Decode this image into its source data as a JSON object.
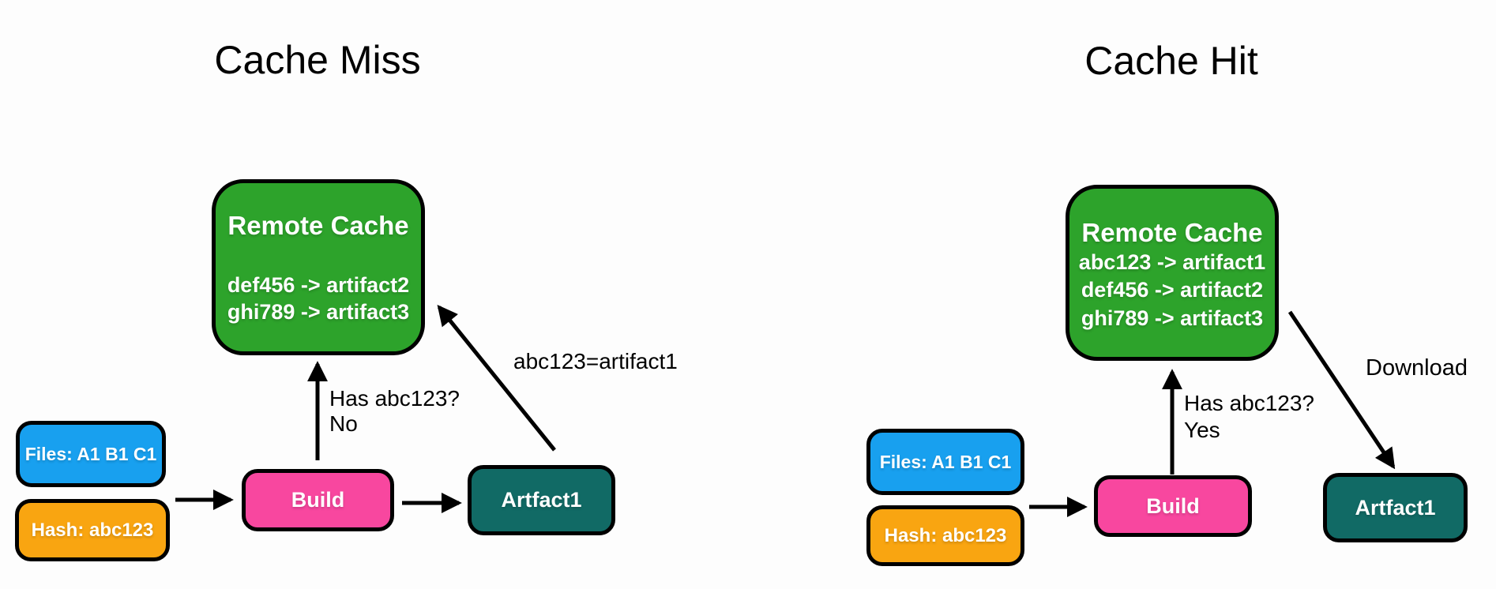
{
  "colors": {
    "bg": "#fdfdfd",
    "stroke": "#000000",
    "label_text": "#000000",
    "text_on_fill": "#ffffff",
    "green": "#2da32b",
    "blue": "#18a0ef",
    "orange": "#f9a511",
    "pink": "#f8479f",
    "teal": "#116a65"
  },
  "left": {
    "title": "Cache Miss",
    "remote_cache": {
      "title": "Remote Cache",
      "entries": [
        "def456 -> artifact2",
        "ghi789 -> artifact3"
      ]
    },
    "files_box": "Files: A1 B1 C1",
    "hash_box": "Hash: abc123",
    "build_box": "Build",
    "artifact_box": "Artfact1",
    "query_label": "Has abc123?\nNo",
    "upload_label": "abc123=artifact1"
  },
  "right": {
    "title": "Cache Hit",
    "remote_cache": {
      "title": "Remote Cache",
      "entries": [
        "abc123 -> artifact1",
        "def456 -> artifact2",
        "ghi789 -> artifact3"
      ]
    },
    "files_box": "Files: A1 B1 C1",
    "hash_box": "Hash: abc123",
    "build_box": "Build",
    "artifact_box": "Artfact1",
    "query_label": "Has abc123?\nYes",
    "download_label": "Download"
  }
}
